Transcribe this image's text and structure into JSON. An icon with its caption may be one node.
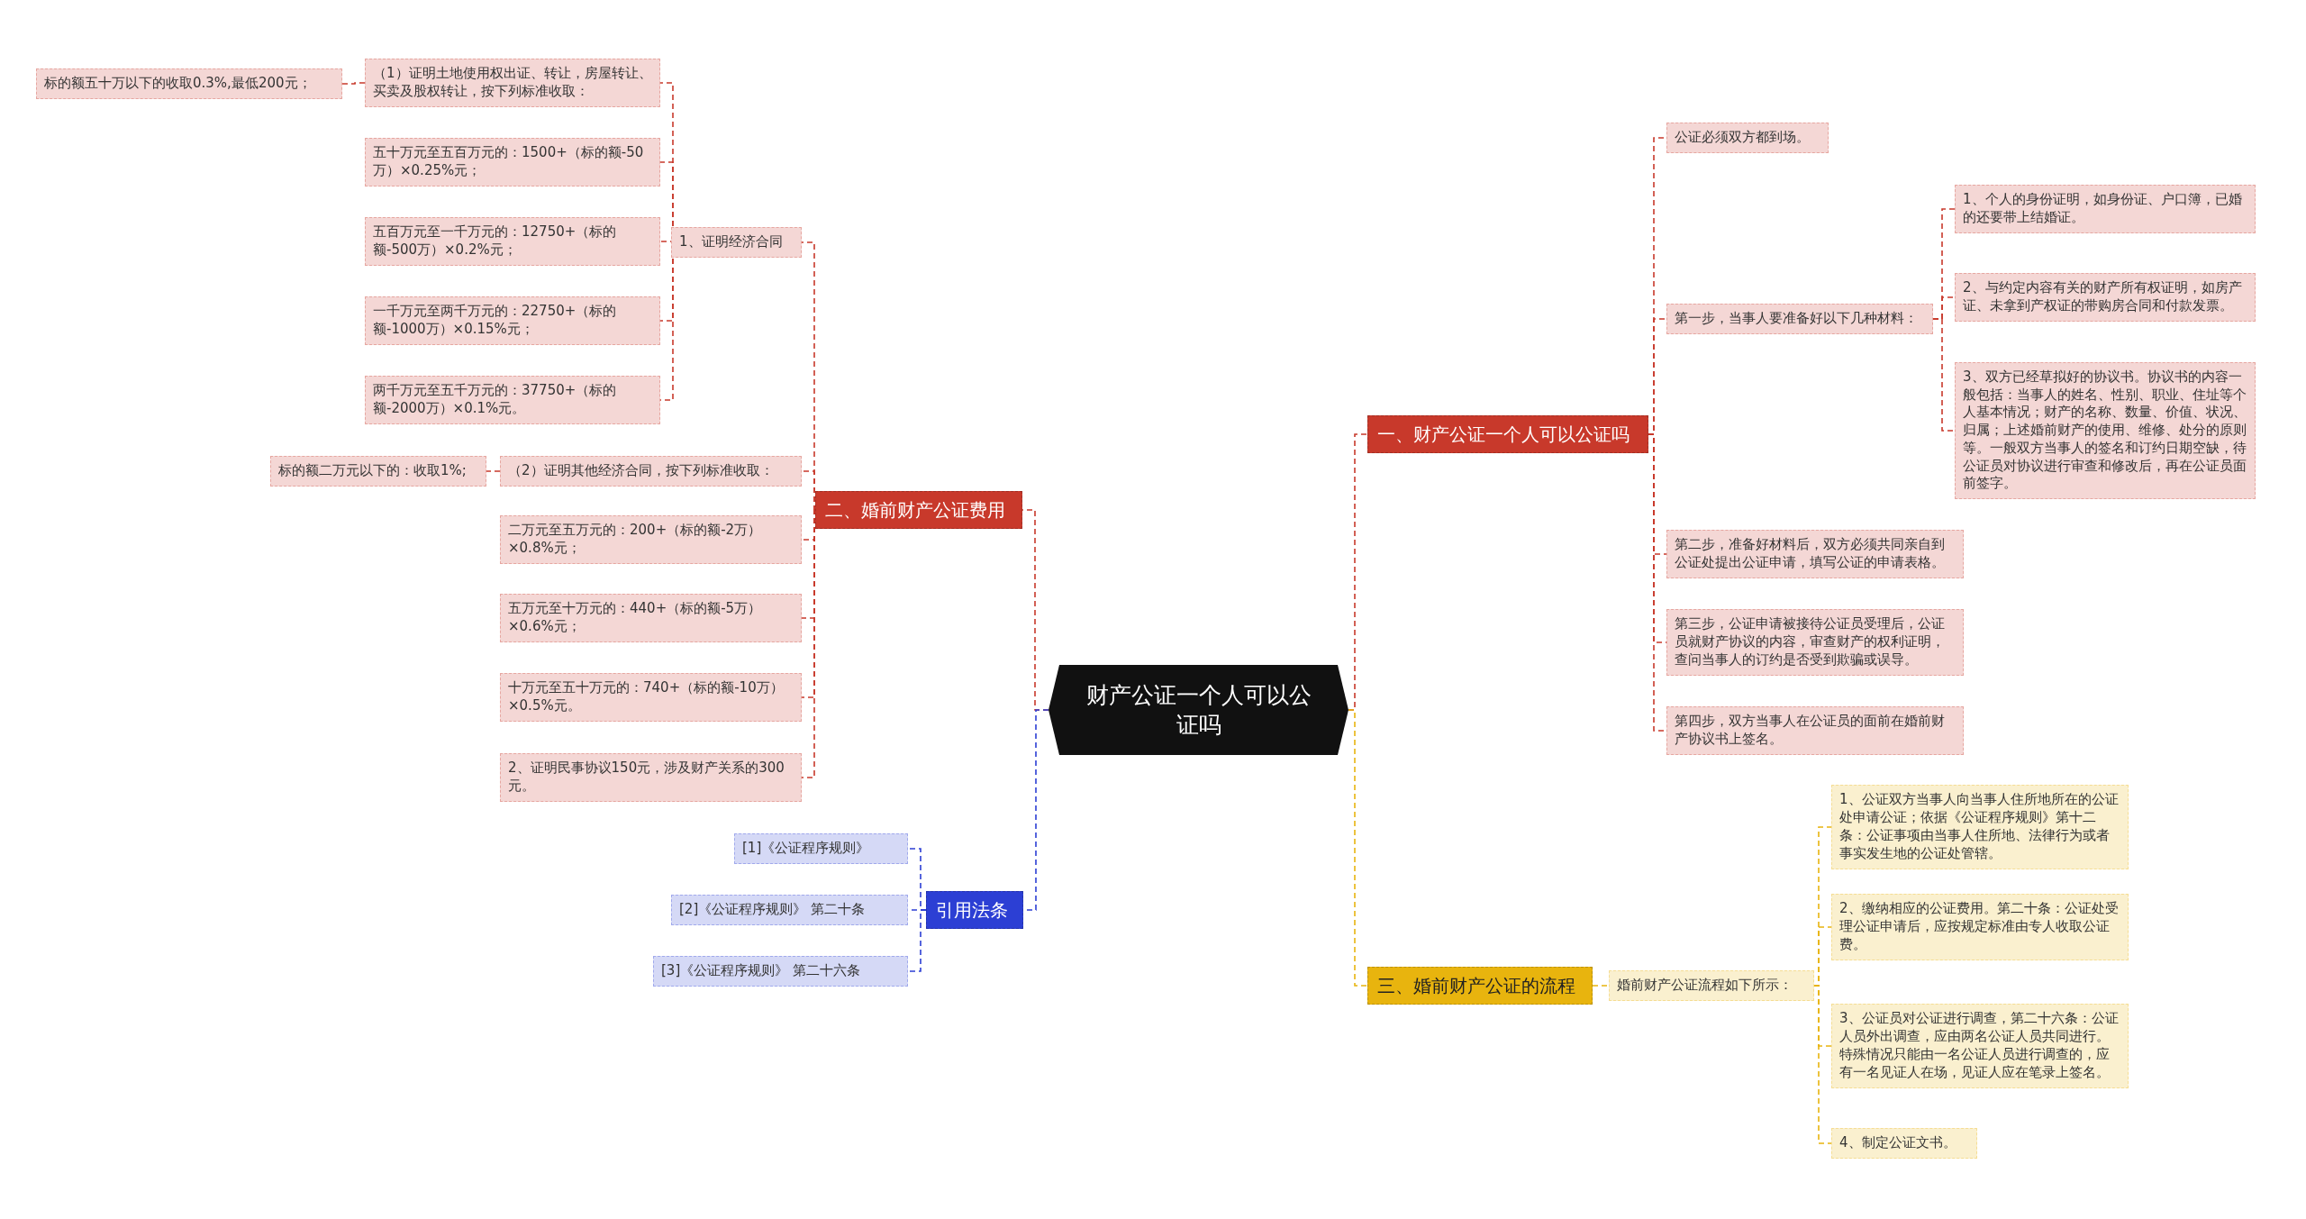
{
  "diagram": {
    "nodes": [
      {
        "text": [
          "财产公证一个人可以公证吗"
        ]
      },
      {
        "text": [
          "一、财产公证一个人可以公证吗"
        ]
      },
      {
        "text": [
          "公证必须双方都到场。"
        ]
      },
      {
        "text": [
          "第一步，当事人要准备好以下几种材料："
        ]
      },
      {
        "text": [
          "1、个人的身份证明，如身份证、户口簿，已婚的还要带上结婚证。"
        ]
      },
      {
        "text": [
          "2、与约定内容有关的财产所有权证明，如房产证、未拿到产权证的带购房合同和付款发票。"
        ]
      },
      {
        "text": [
          "3、双方已经草拟好的协议书。协议书的内容一般包括：当事人的姓名、性别、职业、住址等个人基本情况；财产的名称、数量、价值、状况、归属；上述婚前财产的使用、维修、处分的原则等。一般双方当事人的签名和订约日期空缺，待公证员对协议进行审查和修改后，再在公证员面前签字。"
        ]
      },
      {
        "text": [
          "第二步，准备好材料后，双方必须共同亲自到公证处提出公证申请，填写公证的申请表格。"
        ]
      },
      {
        "text": [
          "第三步，公证申请被接待公证员受理后，公证员就财产协议的内容，审查财产的权利证明，查问当事人的订约是否受到欺骗或误导。"
        ]
      },
      {
        "text": [
          "第四步，双方当事人在公证员的面前在婚前财产协议书上签名。"
        ]
      },
      {
        "text": [
          "二、婚前财产公证费用"
        ]
      },
      {
        "text": [
          "1、证明经济合同"
        ]
      },
      {
        "text": [
          "（1）证明土地使用权出证、转让，房屋转让、买卖及股权转让，按下列标准收取："
        ]
      },
      {
        "text": [
          "标的额五十万以下的收取0.3%,最低200元；"
        ]
      },
      {
        "text": [
          "五十万元至五百万元的：1500+（标的额-50万）×0.25%元；"
        ]
      },
      {
        "text": [
          "五百万元至一千万元的：12750+（标的额-500万）×0.2%元；"
        ]
      },
      {
        "text": [
          "一千万元至两千万元的：22750+（标的额-1000万）×0.15%元；"
        ]
      },
      {
        "text": [
          "两千万元至五千万元的：37750+（标的额-2000万）×0.1%元。"
        ]
      },
      {
        "text": [
          "（2）证明其他经济合同，按下列标准收取："
        ]
      },
      {
        "text": [
          "标的额二万元以下的：收取1%;"
        ]
      },
      {
        "text": [
          "二万元至五万元的：200+（标的额-2万）×0.8%元；"
        ]
      },
      {
        "text": [
          "五万元至十万元的：440+（标的额-5万）×0.6%元；"
        ]
      },
      {
        "text": [
          "十万元至五十万元的：740+（标的额-10万）×0.5%元。"
        ]
      },
      {
        "text": [
          "2、证明民事协议150元，涉及财产关系的300元。"
        ]
      },
      {
        "text": [
          "引用法条"
        ]
      },
      {
        "text": [
          "[1]《公证程序规则》"
        ]
      },
      {
        "text": [
          "[2]《公证程序规则》 第二十条"
        ]
      },
      {
        "text": [
          "[3]《公证程序规则》 第二十六条"
        ]
      },
      {
        "text": [
          "三、婚前财产公证的流程"
        ]
      },
      {
        "text": [
          "婚前财产公证流程如下所示："
        ]
      },
      {
        "text": [
          "1、公证双方当事人向当事人住所地所在的公证处申请公证；依据《公证程序规则》第十二条：公证事项由当事人住所地、法律行为或者事实发生地的公证处管辖。"
        ]
      },
      {
        "text": [
          "2、缴纳相应的公证费用。第二十条：公证处受理公证申请后，应按规定标准由专人收取公证费。"
        ]
      },
      {
        "text": [
          "3、公证员对公证进行调查，第二十六条：公证人员外出调查，应由两名公证人员共同进行。特殊情况只能由一名公证人员进行调查的，应有一名见证人在场，见证人应在笔录上签名。"
        ]
      },
      {
        "text": [
          "4、制定公证文书。"
        ]
      }
    ],
    "edges": [
      {
        "from": 0,
        "to": 1,
        "arrow": "none",
        "style": "dashed"
      },
      {
        "from": 1,
        "to": 2,
        "arrow": "none",
        "style": "dashed"
      },
      {
        "from": 1,
        "to": 3,
        "arrow": "none",
        "style": "dashed"
      },
      {
        "from": 3,
        "to": 4,
        "arrow": "none",
        "style": "dashed"
      },
      {
        "from": 3,
        "to": 5,
        "arrow": "none",
        "style": "dashed"
      },
      {
        "from": 3,
        "to": 6,
        "arrow": "none",
        "style": "dashed"
      },
      {
        "from": 1,
        "to": 7,
        "arrow": "none",
        "style": "dashed"
      },
      {
        "from": 1,
        "to": 8,
        "arrow": "none",
        "style": "dashed"
      },
      {
        "from": 1,
        "to": 9,
        "arrow": "none",
        "style": "dashed"
      },
      {
        "from": 0,
        "to": 10,
        "arrow": "none",
        "style": "dashed"
      },
      {
        "from": 10,
        "to": 11,
        "arrow": "none",
        "style": "dashed"
      },
      {
        "from": 11,
        "to": 12,
        "arrow": "none",
        "style": "dashed"
      },
      {
        "from": 12,
        "to": 13,
        "arrow": "none",
        "style": "dashed"
      },
      {
        "from": 11,
        "to": 14,
        "arrow": "none",
        "style": "dashed"
      },
      {
        "from": 11,
        "to": 15,
        "arrow": "none",
        "style": "dashed"
      },
      {
        "from": 11,
        "to": 16,
        "arrow": "none",
        "style": "dashed"
      },
      {
        "from": 11,
        "to": 17,
        "arrow": "none",
        "style": "dashed"
      },
      {
        "from": 10,
        "to": 18,
        "arrow": "none",
        "style": "dashed"
      },
      {
        "from": 18,
        "to": 19,
        "arrow": "none",
        "style": "dashed"
      },
      {
        "from": 10,
        "to": 20,
        "arrow": "none",
        "style": "dashed"
      },
      {
        "from": 10,
        "to": 21,
        "arrow": "none",
        "style": "dashed"
      },
      {
        "from": 10,
        "to": 22,
        "arrow": "none",
        "style": "dashed"
      },
      {
        "from": 10,
        "to": 23,
        "arrow": "none",
        "style": "dashed"
      },
      {
        "from": 0,
        "to": 24,
        "arrow": "none",
        "style": "dashed",
        "color": "#2c3fd4"
      },
      {
        "from": 24,
        "to": 25,
        "arrow": "none",
        "style": "dashed",
        "color": "#2c3fd4"
      },
      {
        "from": 24,
        "to": 26,
        "arrow": "none",
        "style": "dashed",
        "color": "#2c3fd4"
      },
      {
        "from": 24,
        "to": 27,
        "arrow": "none",
        "style": "dashed",
        "color": "#2c3fd4"
      },
      {
        "from": 0,
        "to": 28,
        "arrow": "none",
        "style": "dashed",
        "color": "#e8b40e"
      },
      {
        "from": 28,
        "to": 29,
        "arrow": "none",
        "style": "dashed",
        "color": "#e8b40e"
      },
      {
        "from": 29,
        "to": 30,
        "arrow": "none",
        "style": "dashed",
        "color": "#e8b40e"
      },
      {
        "from": 29,
        "to": 31,
        "arrow": "none",
        "style": "dashed",
        "color": "#e8b40e"
      },
      {
        "from": 29,
        "to": 32,
        "arrow": "none",
        "style": "dashed",
        "color": "#e8b40e"
      },
      {
        "from": 29,
        "to": 33,
        "arrow": "none",
        "style": "dashed",
        "color": "#e8b40e"
      }
    ]
  }
}
